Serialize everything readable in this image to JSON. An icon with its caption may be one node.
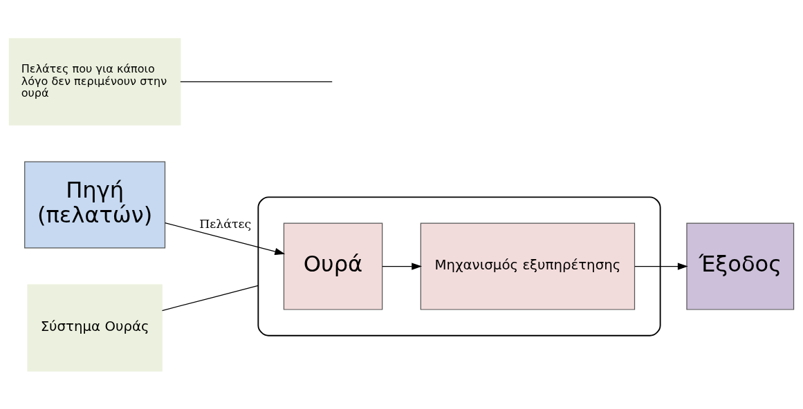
{
  "diagram": {
    "nodes": [
      {
        "text": [
          "Πηγή",
          "(πελατών)"
        ]
      },
      {
        "text": [],
        "shape": "box"
      },
      {
        "text": [
          "Ουρά"
        ],
        "in": 1
      },
      {
        "text": [
          "Μηχανισμός εξυπηρέτησης"
        ],
        "in": 1
      },
      {
        "text": [
          "Έξοδος"
        ]
      },
      {
        "text": [
          "Πελάτες που για κάποιο λόγο δεν περιμένουν στην ουρά"
        ]
      },
      {
        "text": [
          "Σύστημα Ουράς"
        ]
      }
    ],
    "edges": [
      {
        "from": 0,
        "to": 2,
        "arrow": "to",
        "label": "Πελάτες"
      },
      {
        "from": 2,
        "to": 3,
        "arrow": "to"
      },
      {
        "from": 3,
        "to": 4,
        "arrow": "to"
      },
      {
        "from": 5,
        "to": null,
        "arrow": "none"
      },
      {
        "from": 6,
        "to": 1,
        "arrow": "none"
      }
    ]
  }
}
